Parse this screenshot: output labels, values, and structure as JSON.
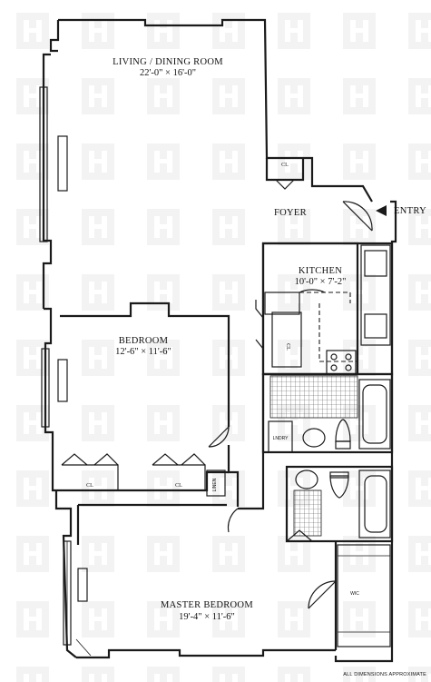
{
  "rooms": {
    "living": {
      "name": "LIVING / DINING ROOM",
      "dims": "22'-0\" × 16'-0\""
    },
    "kitchen": {
      "name": "KITCHEN",
      "dims": "10'-0\" × 7'-2\""
    },
    "bedroom": {
      "name": "BEDROOM",
      "dims": "12'-6\" × 11'-6\""
    },
    "master": {
      "name": "MASTER BEDROOM",
      "dims": "19'-4\" × 11'-6\""
    },
    "foyer": {
      "name": "FOYER"
    }
  },
  "labels": {
    "entry": "ENTRY",
    "cl": "CL",
    "linen": "LINEN",
    "laundry": "LNDRY",
    "wic": "WIC",
    "note": "ALL DIMENSIONS APPROXIMATE"
  },
  "colors": {
    "ink": "#1a1a1a",
    "watermark": "#e9e9e9",
    "tile": "#555555"
  }
}
